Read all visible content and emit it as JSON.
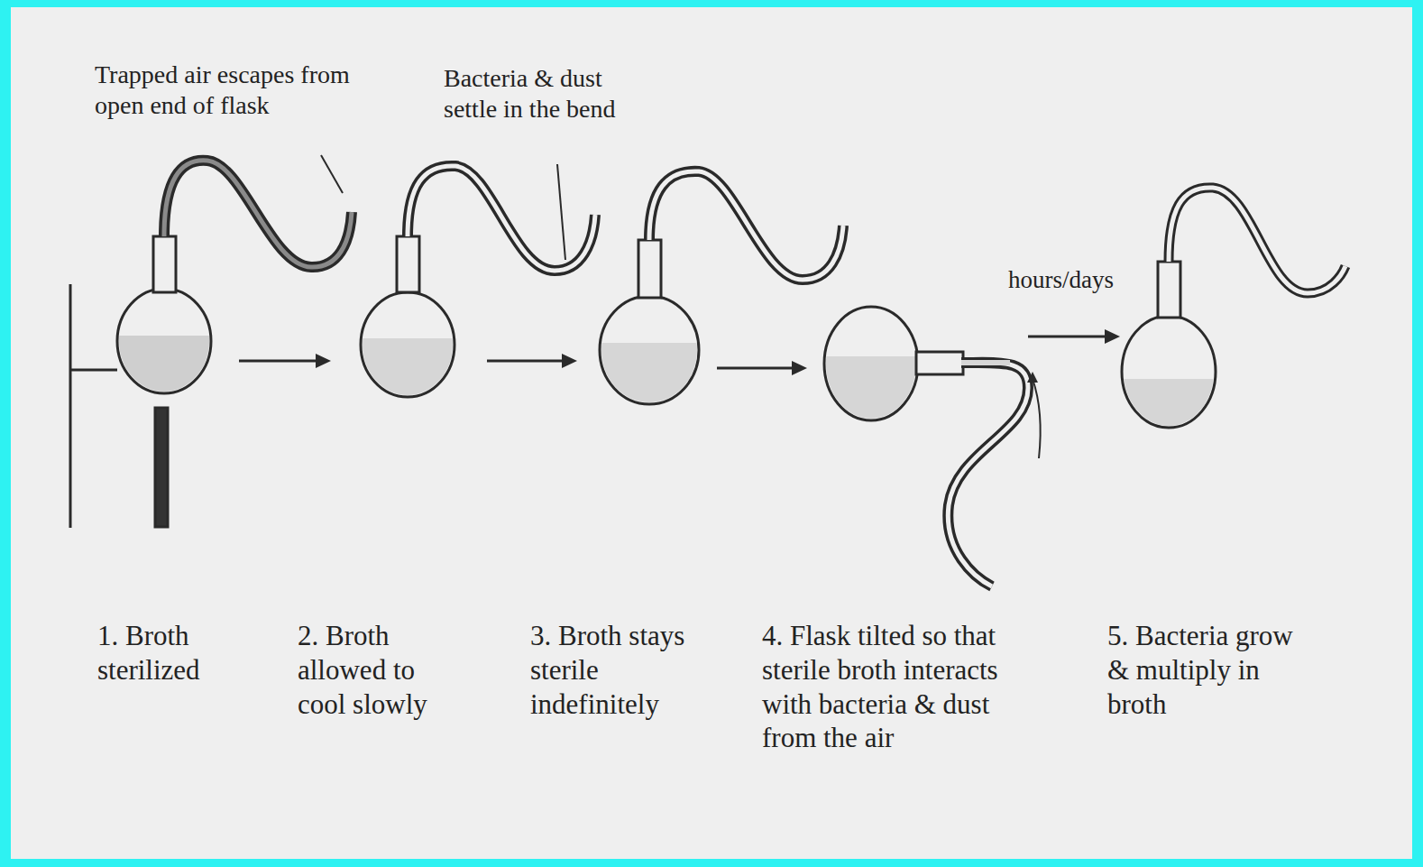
{
  "diagram": {
    "labels": [
      "Trapped air escapes from open end of flask",
      "Bacteria & dust settle in the bend",
      "hours/days",
      "1. Broth sterilized",
      "2. Broth allowed to cool slowly",
      "3. Broth stays sterile indefinitely",
      "4. Flask tilted so that sterile broth interacts with bacteria & dust from the air",
      "5. Bacteria grow & multiply in broth"
    ]
  }
}
